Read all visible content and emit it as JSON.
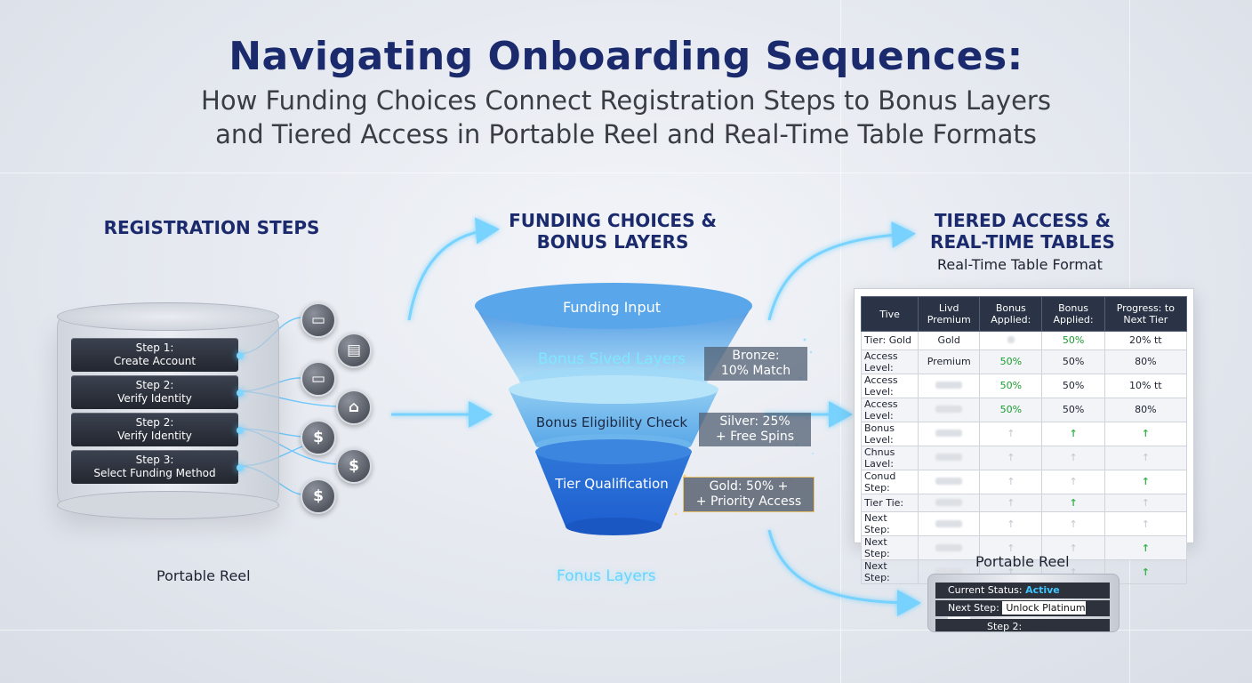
{
  "title": "Navigating Onboarding Sequences:",
  "subtitle_line1": "How Funding Choices Connect Registration Steps to Bonus Layers",
  "subtitle_line2": "and Tiered Access in Portable Reel and Real-Time Table Formats",
  "registration": {
    "heading": "REGISTRATION STEPS",
    "steps": [
      {
        "line1": "Step 1:",
        "line2": "Create Account"
      },
      {
        "line1": "Step 2:",
        "line2": "Verify Identity"
      },
      {
        "line1": "Step 2:",
        "line2": "Verify Identity"
      },
      {
        "line1": "Step 3:",
        "line2": "Select Funding Method"
      }
    ],
    "caption": "Portable Reel",
    "icons": [
      "credit-card-icon",
      "wallet-icon",
      "credit-card-icon",
      "bank-transfer-icon",
      "dollar-coin-icon",
      "dollar-coin-icon",
      "dollar-coin-icon"
    ]
  },
  "funding": {
    "heading_line1": "FUNDING CHOICES &",
    "heading_line2": "BONUS LAYERS",
    "funnel_labels": [
      "Funding Input",
      "Bonus Sived Layers",
      "Bonus Eligibility Check",
      "Tier Qualification"
    ],
    "bonus_tags": [
      {
        "line1": "Bronze:",
        "line2": "10% Match"
      },
      {
        "line1": "Silver: 25%",
        "line2": "+ Free Spins"
      },
      {
        "line1": "Gold: 50% +",
        "line2": "+ Priority Access"
      }
    ],
    "caption": "Fonus Layers",
    "accent": "#2f8fe0"
  },
  "tiered": {
    "heading_line1": "TIERED ACCESS &",
    "heading_line2": "REAL-TIME TABLES",
    "table_caption": "Real-Time Table Format",
    "columns": [
      "Tive",
      "Livd Premium",
      "Bonus Applied:",
      "Bonus Applied:",
      "Progress: to Next Tier"
    ],
    "rows": [
      [
        "Tier: Gold",
        "Gold",
        "",
        "50%",
        "20% tt"
      ],
      [
        "Access Level:",
        "Premium",
        "50%",
        "50%",
        "80%"
      ],
      [
        "Access Level:",
        "",
        "50%",
        "50%",
        "10% tt"
      ],
      [
        "Access Level:",
        "",
        "50%",
        "50%",
        "80%"
      ],
      [
        "Bonus Level:",
        "",
        "",
        "up",
        "up"
      ],
      [
        "Chnus Lavel:",
        "",
        "",
        "",
        ""
      ],
      [
        "Conud Step:",
        "",
        "",
        "",
        "up"
      ],
      [
        "Tier Tie:",
        "",
        "",
        "up",
        ""
      ],
      [
        "Next Step:",
        "",
        "",
        "",
        ""
      ],
      [
        "Next Step:",
        "",
        "",
        "",
        "up"
      ],
      [
        "Next Step:",
        "",
        "",
        "",
        "up"
      ]
    ],
    "reel_caption": "Portable Reel",
    "status": {
      "current_label": "Current Status:",
      "current_value": "Active",
      "next_label": "Next Step:",
      "next_value": "Unlock Platinum Tier",
      "step_label": "Step 2:"
    }
  }
}
